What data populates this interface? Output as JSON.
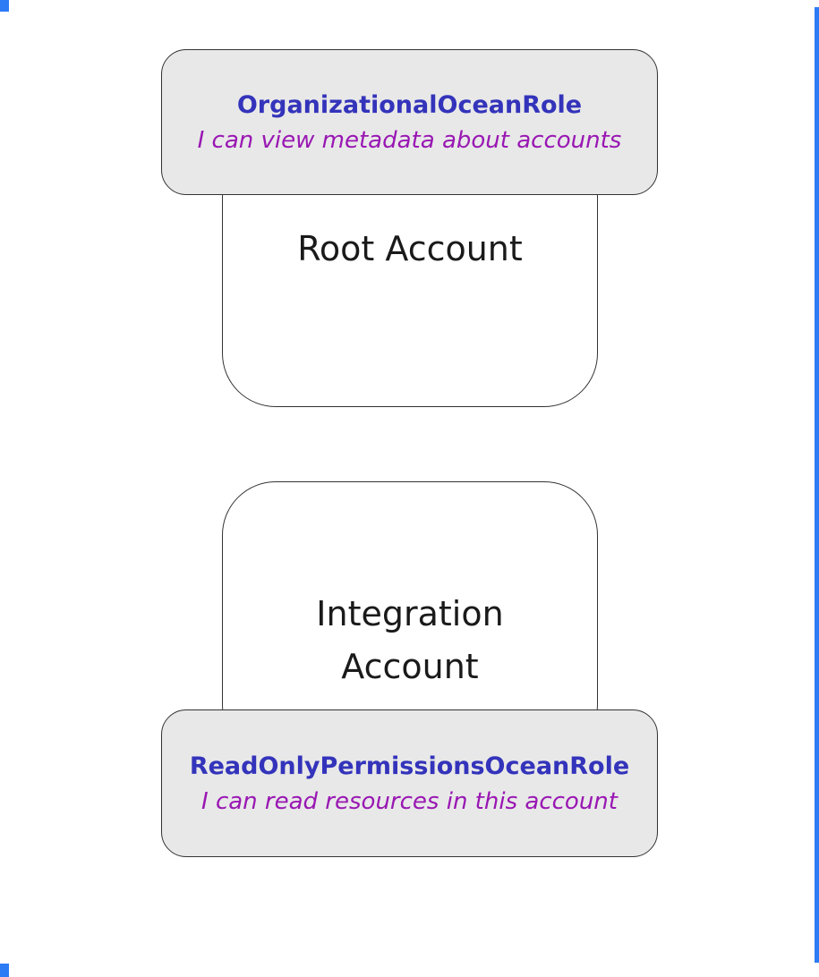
{
  "colors": {
    "role_name_color": "#3333bb",
    "role_desc_color": "#9917b3",
    "badge_fill": "#e8e8e8",
    "border_color": "#333333",
    "edge_accent": "#2e7bf6",
    "account_text": "#1a1a1a"
  },
  "root_account": {
    "label": "Root Account",
    "role_name": "OrganizationalOceanRole",
    "role_desc": "I can view metadata about accounts"
  },
  "integration_account": {
    "label": "Integration Account",
    "role_name": "ReadOnlyPermissionsOceanRole",
    "role_desc": "I can read resources in this account"
  }
}
